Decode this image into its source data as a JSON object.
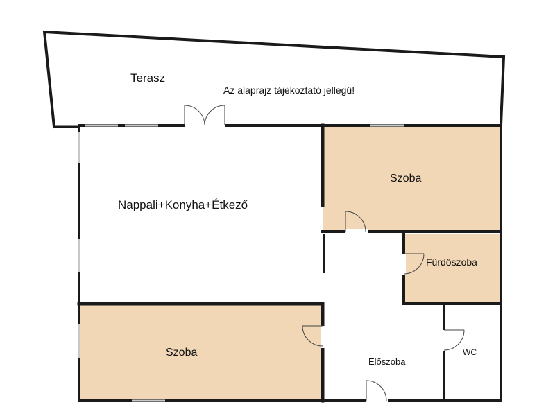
{
  "colors": {
    "wall": "#1a1a1a",
    "room_fill": "#f2d7b6",
    "open_fill": "#ffffff",
    "window": "#c8c8c8"
  },
  "rooms": {
    "terasz": "Terasz",
    "nappali": "Nappali+Konyha+Étkező",
    "szoba_top": "Szoba",
    "furdoszoba": "Fürdőszoba",
    "szoba_bottom": "Szoba",
    "eloszoba": "Előszoba",
    "wc": "WC"
  },
  "note": "Az alaprajz tájékoztató jellegű!"
}
